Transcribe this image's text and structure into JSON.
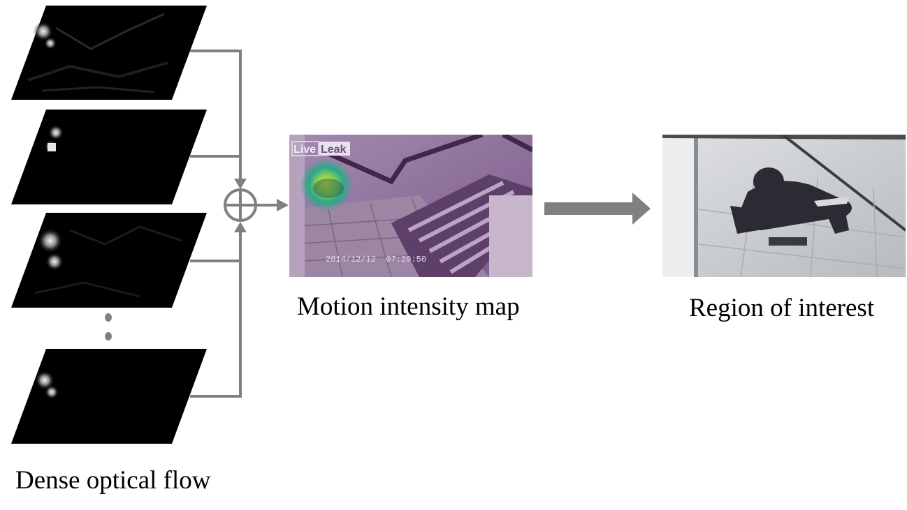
{
  "captions": {
    "dense_optical_flow": "Dense optical flow",
    "motion_intensity_map": "Motion intensity map",
    "region_of_interest": "Region of interest"
  },
  "motion_map": {
    "watermark_left": "Live",
    "watermark_right": "Leak",
    "timestamp": "2014/12/12  07:29:50"
  },
  "colors": {
    "connector": "#808080",
    "flow_frame": "#000000",
    "heatmap_tint": "#8a5a9c",
    "heatmap_hot": "#e8e23a",
    "roi_floor": "#c9ccd0"
  },
  "icons": {
    "sum": "circled-plus-icon",
    "ellipsis": "vertical-dots-icon",
    "arrow": "right-arrow-icon"
  }
}
